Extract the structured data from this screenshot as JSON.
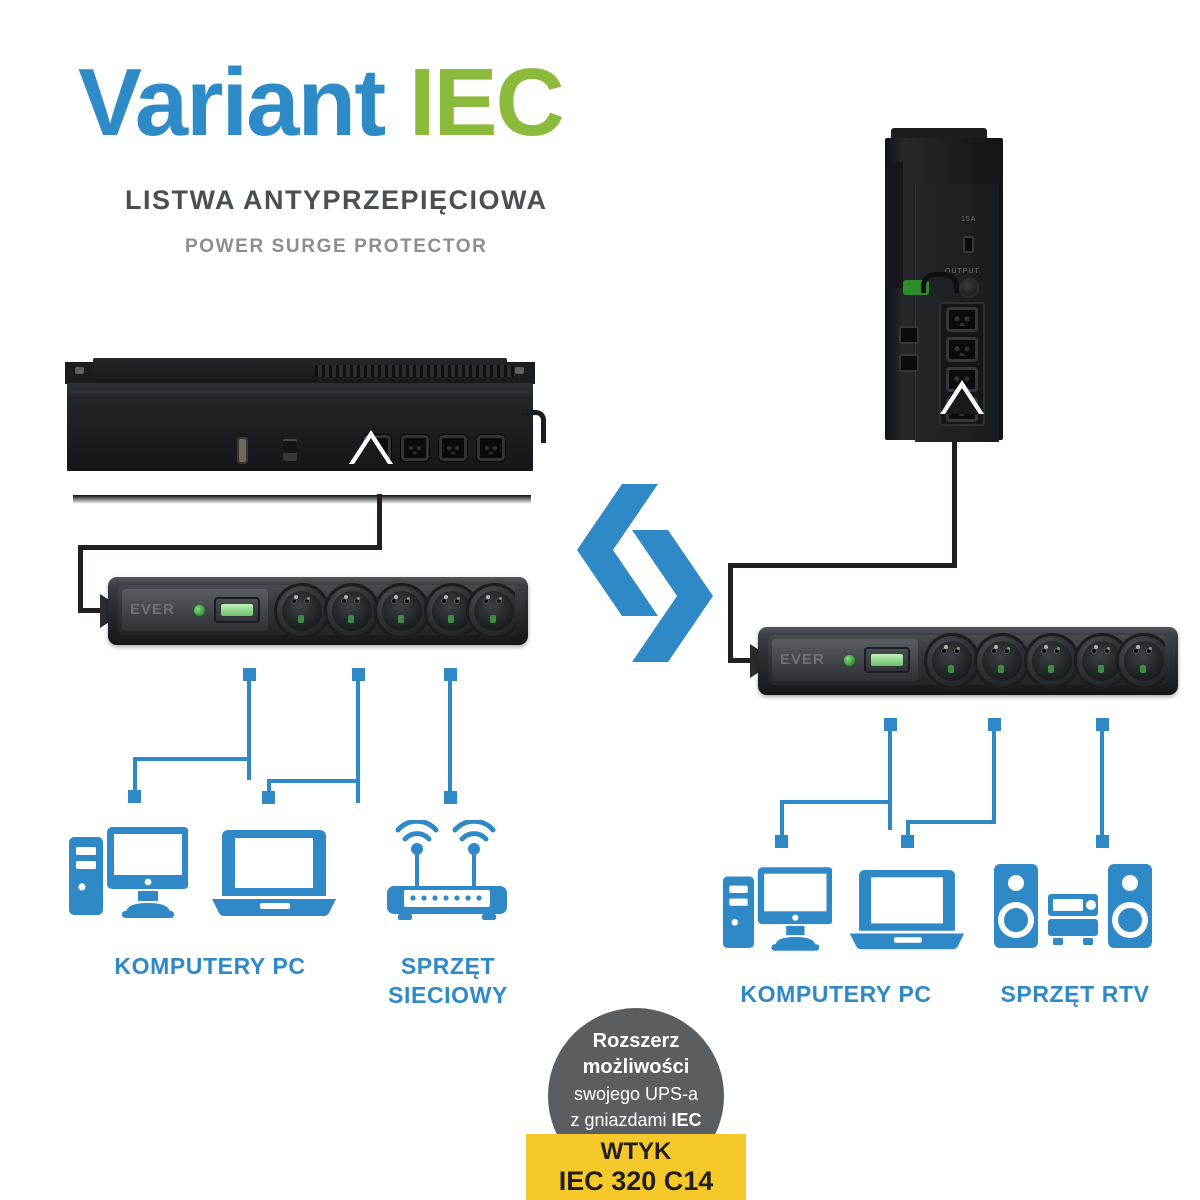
{
  "header": {
    "title_part1": "Variant ",
    "title_part2": "IEC",
    "subtitle_pl": "LISTWA  ANTYPRZEPIĘCIOWA",
    "subtitle_en": "POWER SURGE PROTECTOR"
  },
  "colors": {
    "brand_blue": "#3089C7",
    "brand_green": "#8CBA3C",
    "badge_gray": "#5B5E61",
    "badge_yellow": "#F5C929",
    "text_dark": "#4A4F54",
    "text_gray": "#8A8E92"
  },
  "devices": {
    "rack_ups": {
      "name": "rack-mount UPS",
      "outlet_count": 4,
      "outlet_type": "IEC"
    },
    "tower_ups": {
      "name": "tower UPS",
      "outlet_count": 4,
      "outlet_type": "IEC"
    },
    "power_strip_left": {
      "name": "EVER Variant IEC surge protector",
      "brand": "EVER",
      "socket_count": 5
    },
    "power_strip_right": {
      "name": "EVER Variant IEC surge protector",
      "brand": "EVER",
      "socket_count": 5
    }
  },
  "left_group": {
    "labels": [
      {
        "id": "komputery-pc",
        "line1": "KOMPUTERY PC",
        "line2": ""
      },
      {
        "id": "sprzet-sieciowy",
        "line1": "SPRZĘT",
        "line2": "SIECIOWY"
      }
    ],
    "icons": [
      "desktop-pc-icon",
      "laptop-icon",
      "router-icon"
    ]
  },
  "right_group": {
    "labels": [
      {
        "id": "komputery-pc",
        "line1": "KOMPUTERY PC",
        "line2": ""
      },
      {
        "id": "sprzet-rtv",
        "line1": "SPRZĘT RTV",
        "line2": ""
      }
    ],
    "icons": [
      "desktop-pc-icon",
      "laptop-icon",
      "hifi-stereo-icon"
    ]
  },
  "badge": {
    "line1": "Rozszerz",
    "line2": "możliwości",
    "line3": "swojego UPS-a",
    "line4_pre": "z gniazdami ",
    "line4_bold": "IEC",
    "plug_label": "WTYK",
    "plug_type": "IEC 320 C14"
  }
}
